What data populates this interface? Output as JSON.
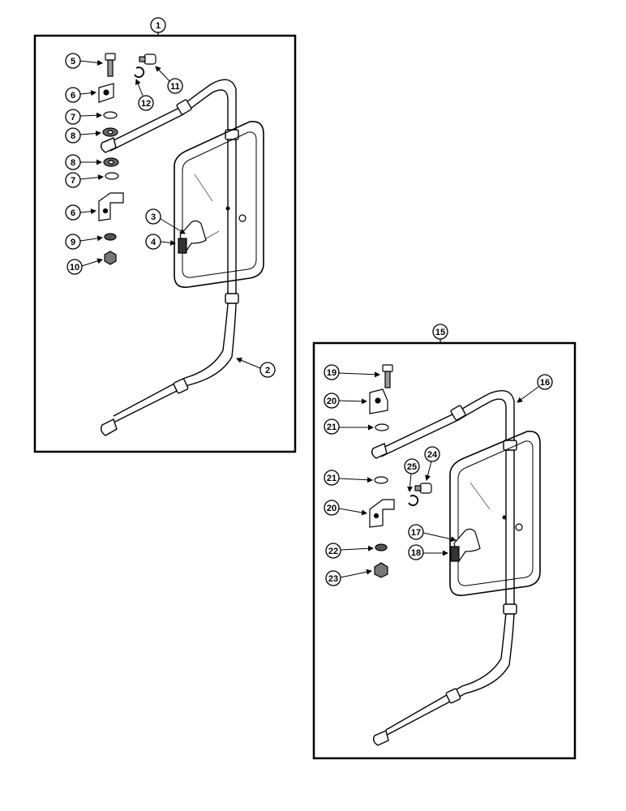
{
  "diagram": {
    "assemblies": [
      {
        "callout": "1",
        "parts": {
          "rod": "2",
          "bracket": "3",
          "clamp": "4",
          "bolt": "5",
          "mount_bracket_top": "6",
          "washer_top": "7",
          "lockwasher_top": "8",
          "lockwasher_bottom": "8",
          "washer_bottom": "7",
          "mount_bracket_bottom": "6",
          "lockwasher_small": "9",
          "nut": "10",
          "screw": "11",
          "clip": "12"
        }
      },
      {
        "callout": "15",
        "parts": {
          "rod": "16",
          "bracket": "17",
          "clamp": "18",
          "bolt": "19",
          "mount_bracket_top": "20",
          "washer_top": "21",
          "washer_bottom": "21",
          "mount_bracket_bottom": "20",
          "lockwasher": "22",
          "nut": "23",
          "screw": "24",
          "clip": "25"
        }
      }
    ]
  }
}
